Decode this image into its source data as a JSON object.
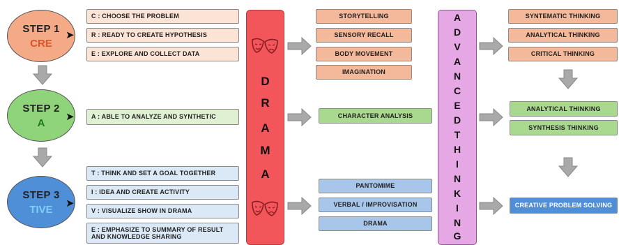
{
  "steps": [
    {
      "title": "STEP 1",
      "code": "CRE"
    },
    {
      "title": "STEP 2",
      "code": "A"
    },
    {
      "title": "STEP 3",
      "code": "TIVE"
    }
  ],
  "step1_items": [
    "C : CHOOSE THE PROBLEM",
    "R : READY TO CREATE HYPOTHESIS",
    "E : EXPLORE AND COLLECT DATA"
  ],
  "step2_items": [
    "A : ABLE TO ANALYZE AND SYNTHETIC"
  ],
  "step3_items": [
    "T : THINK AND SET A GOAL TOGETHER",
    "I : IDEA AND CREATE ACTIVITY",
    "V : VISUALIZE SHOW IN DRAMA",
    "E : EMPHASIZE TO SUMMARY OF RESULT AND KNOWLEDGE SHARING"
  ],
  "drama_letters": [
    "D",
    "R",
    "A",
    "M",
    "A"
  ],
  "drama_group1": [
    "STORYTELLING",
    "SENSORY RECALL",
    "BODY MOVEMENT",
    "IMAGINATION"
  ],
  "drama_group2": [
    "CHARACTER ANALYSIS"
  ],
  "drama_group3": [
    "PANTOMIME",
    "VERBAL / IMPROVISATION",
    "DRAMA"
  ],
  "advance_letters": [
    "A",
    "D",
    "V",
    "A",
    "N",
    "C",
    "E",
    "D",
    "T",
    "H",
    "I",
    "N",
    "K",
    "I",
    "N",
    "G"
  ],
  "outcome_group1": [
    "SYNTEMATIC THINKING",
    "ANALYTICAL THINKING",
    "CRITICAL THINKING"
  ],
  "outcome_group2": [
    "ANALYTICAL THINKING",
    "SYNTHESIS THINKING"
  ],
  "outcome_group3": [
    "CREATIVE PROBLEM SOLVING"
  ],
  "colors": {
    "step1": "#f4a987",
    "step1_code": "#d9552a",
    "step2": "#8fd47a",
    "step2_code": "#1e7a1e",
    "step3": "#4f8fd8",
    "step3_code": "#7fd0f5",
    "drama": "#f2555a",
    "advanced": "#e6a7e5"
  }
}
